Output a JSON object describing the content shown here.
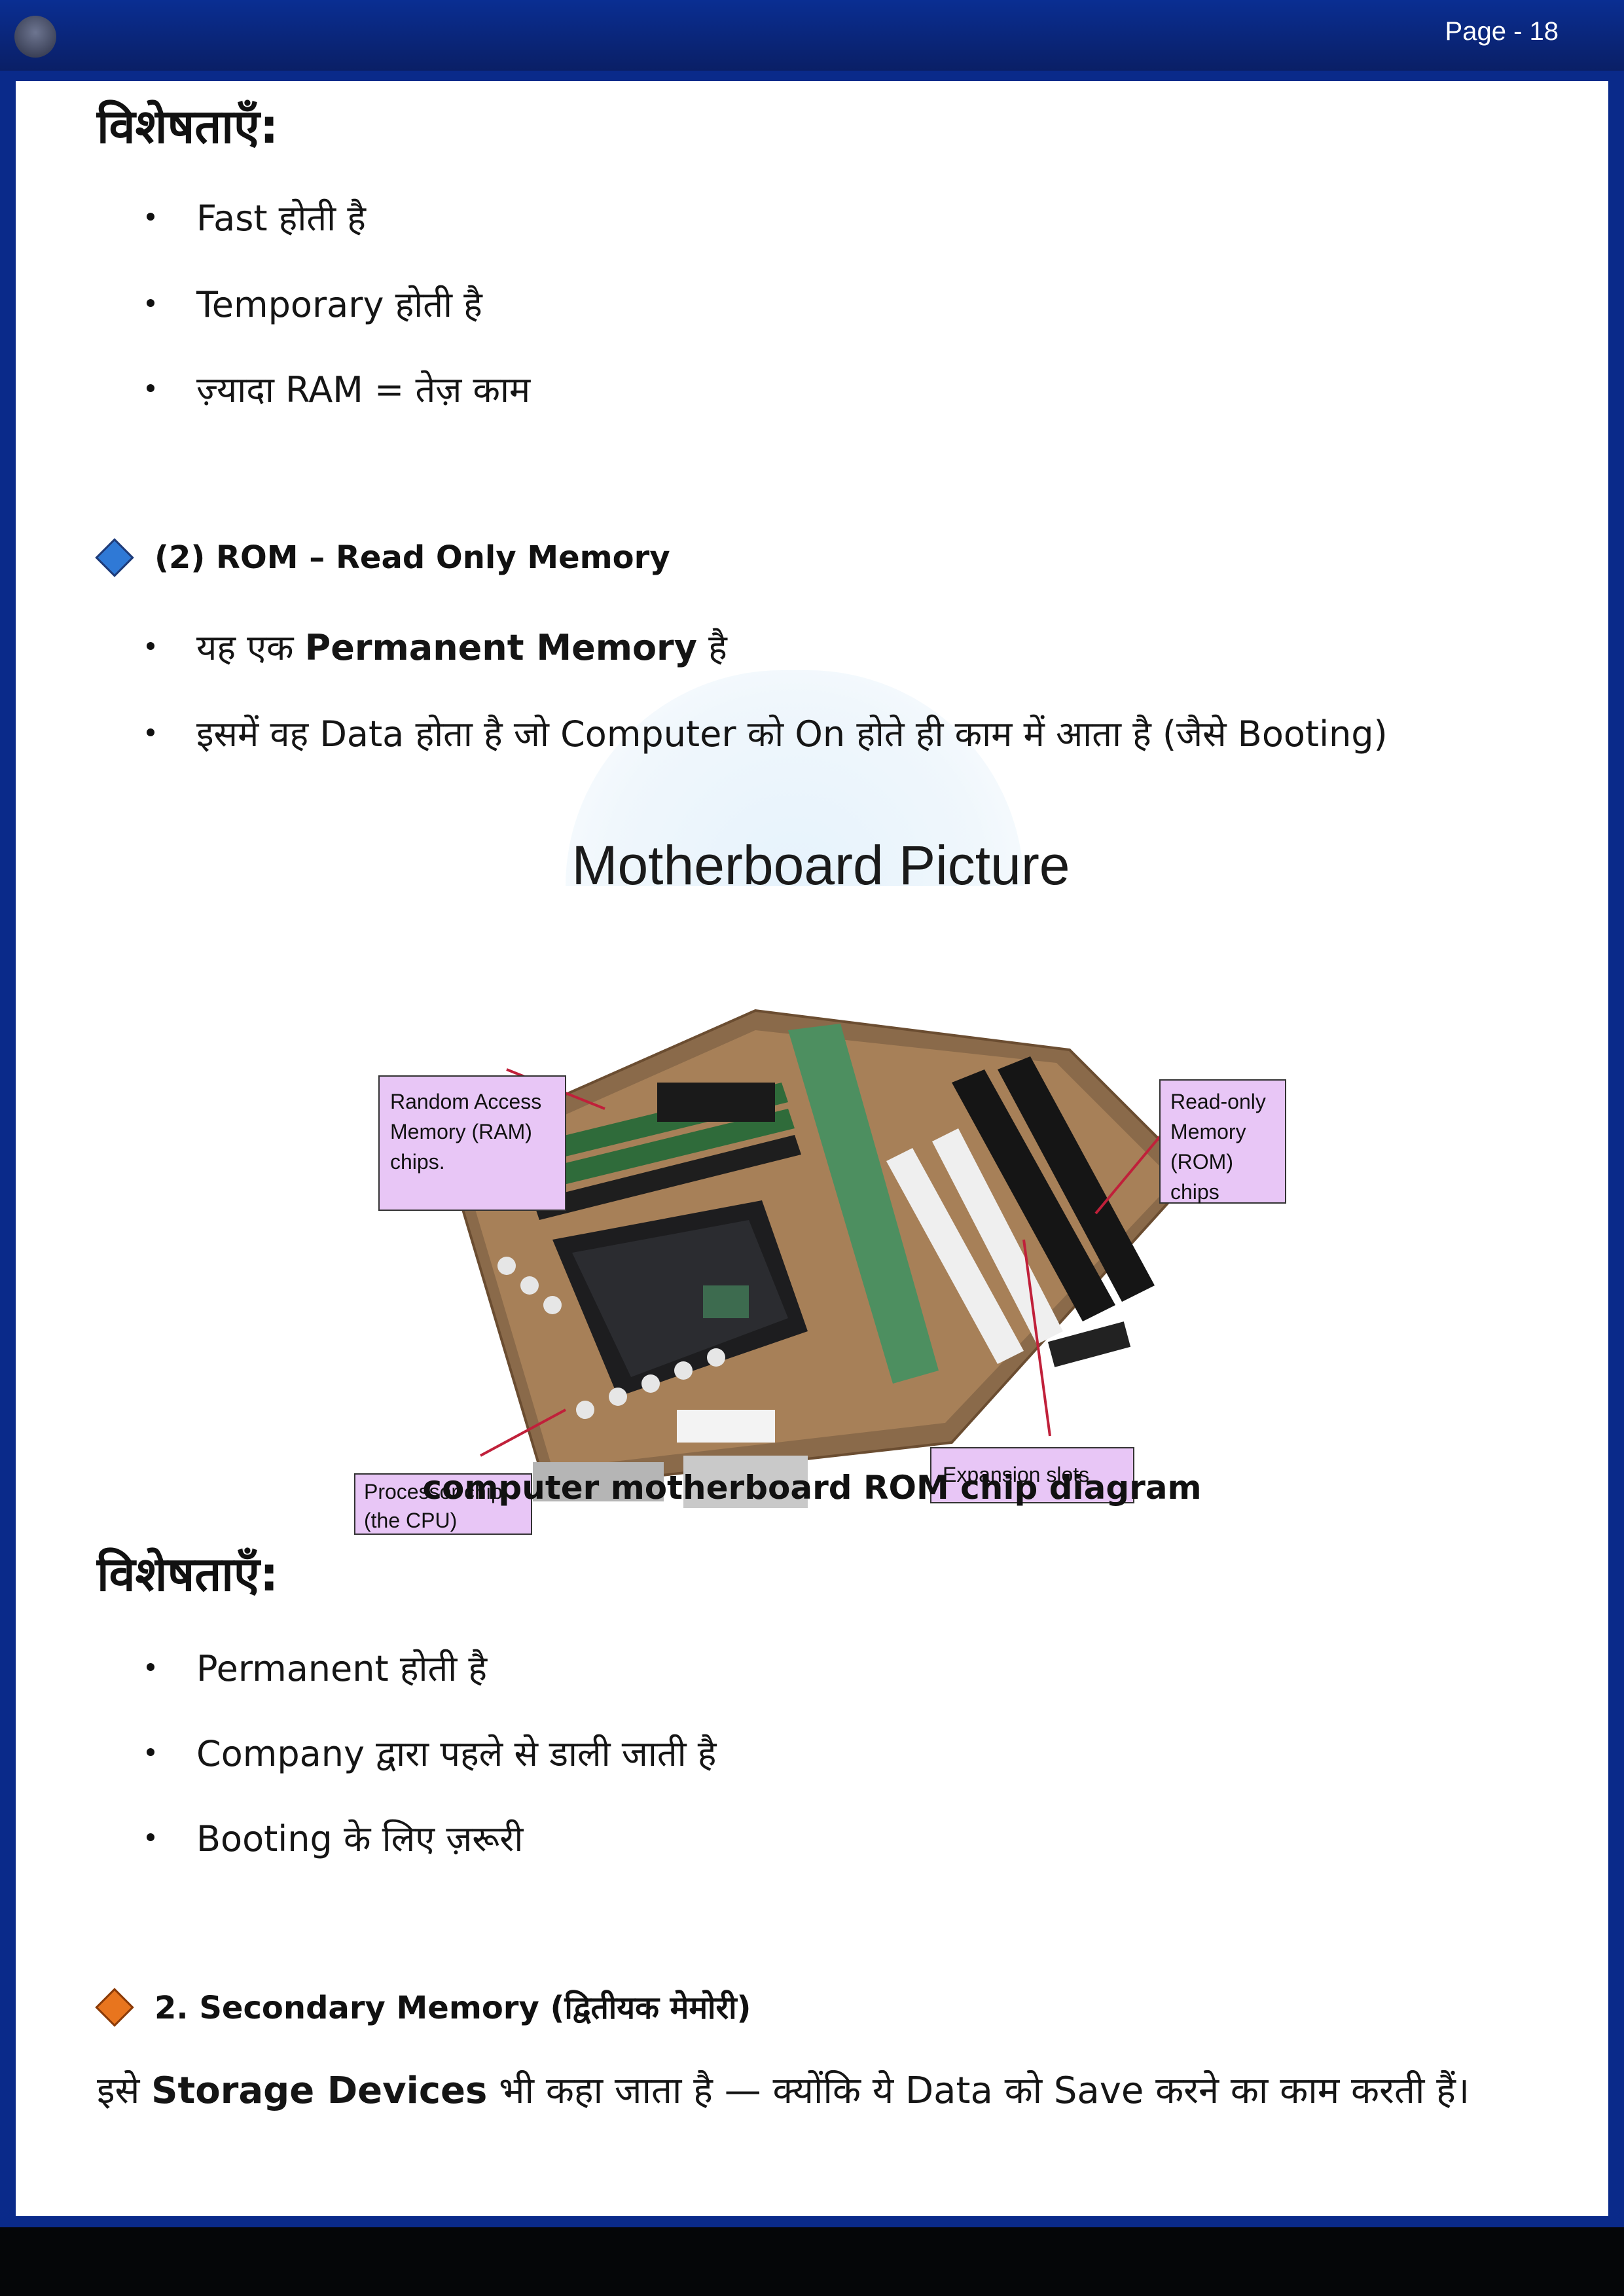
{
  "header": {
    "page_label": "Page - 18"
  },
  "ram_section": {
    "features_heading": "विशेषताएँ:",
    "features": [
      "Fast होती है",
      "Temporary होती है",
      "ज़्यादा RAM = तेज़ काम"
    ]
  },
  "rom_section": {
    "title": "(2) ROM – Read Only Memory",
    "point1_before": "यह एक ",
    "point1_bold": "Permanent Memory",
    "point1_after": " है",
    "point2": "इसमें वह Data होता है जो Computer को On होते ही काम में आता है (जैसे Booting)",
    "features_heading": "विशेषताएँ:",
    "features": [
      "Permanent होती है",
      "Company द्वारा पहले से डाली जाती है",
      "Booting के लिए ज़रूरी"
    ]
  },
  "figure": {
    "title": "Motherboard Picture",
    "labels": {
      "ram": [
        "Random Access",
        "Memory (RAM)",
        "chips."
      ],
      "rom": [
        "Read-only",
        "Memory",
        "(ROM)",
        "chips"
      ],
      "cpu": [
        "Processor chip",
        "(the CPU)"
      ],
      "expansion": [
        "Expansion slots"
      ]
    },
    "caption": "computer motherboard ROM chip diagram"
  },
  "secondary_section": {
    "title": "2. Secondary Memory (द्वितीयक मेमोरी)",
    "para_before": "इसे ",
    "para_bold": "Storage Devices",
    "para_after": " भी कहा जाता है — क्योंकि ये Data को Save करने का काम करती हैं।"
  },
  "colors": {
    "frame": "#0a2a8a",
    "label_fill": "#e8c6f6",
    "diamond_blue": "#2f79d6",
    "diamond_orange": "#e8751e"
  }
}
